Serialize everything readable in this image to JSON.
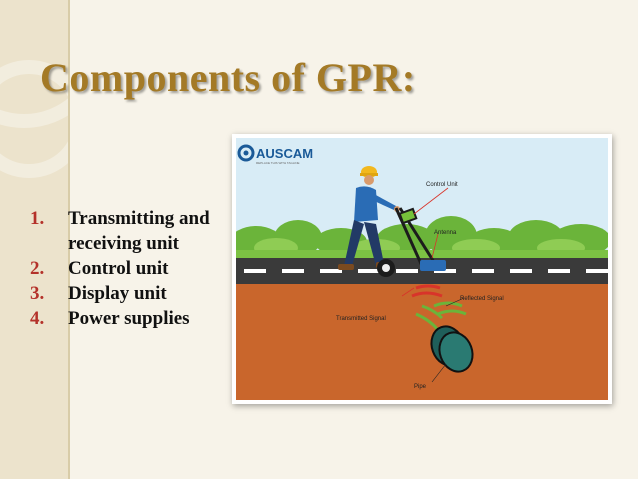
{
  "slide": {
    "title": "Components of GPR:",
    "items": [
      {
        "number": "1.",
        "text": "Transmitting and receiving unit"
      },
      {
        "number": "2.",
        "text": "Control unit"
      },
      {
        "number": "3.",
        "text": "Display unit"
      },
      {
        "number": "4.",
        "text": "Power supplies"
      }
    ]
  },
  "diagram": {
    "logo": "AUSCAM",
    "logo_tagline": "REPLACE THIS WITH TAGLINE",
    "labels": {
      "control_unit": "Control Unit",
      "antenna": "Antenna",
      "reflected_signal": "Reflected Signal",
      "transmitted_signal": "Transmitted Signal",
      "pipe": "Pipe"
    }
  },
  "colors": {
    "title": "#a47a26",
    "list_number": "#b4322a",
    "sky": "#d8ecf6",
    "ground": "#c9662c",
    "road": "#3a3a3a"
  }
}
